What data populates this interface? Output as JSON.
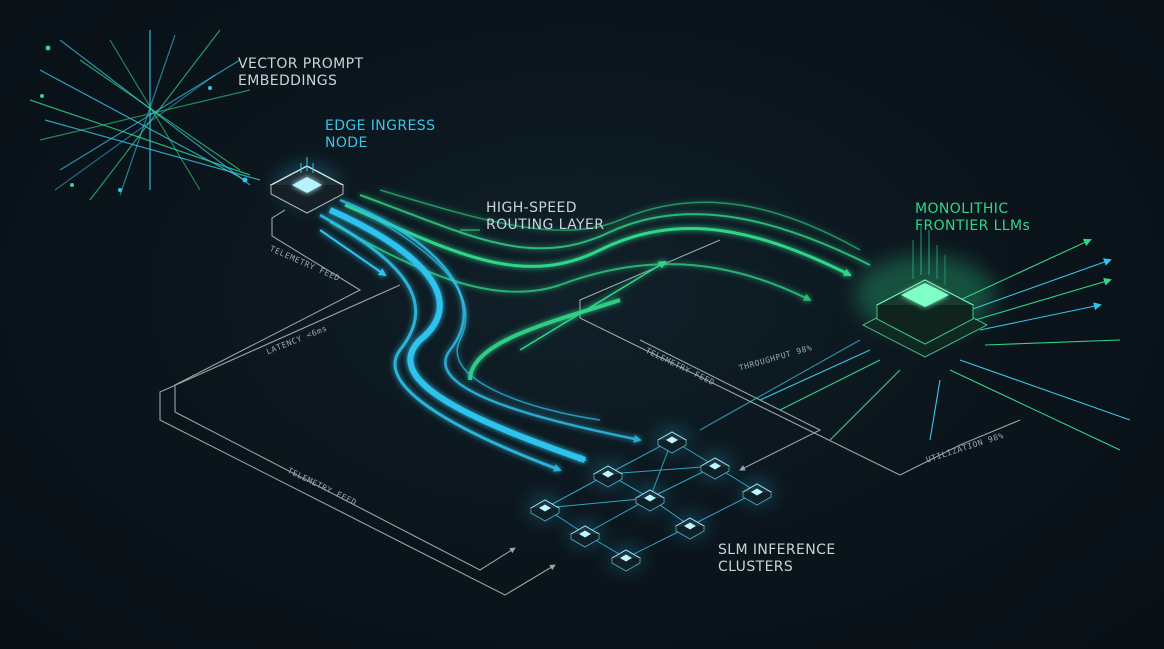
{
  "labels": {
    "vector_prompt": [
      "VECTOR PROMPT",
      "EMBEDDINGS"
    ],
    "edge_ingress": [
      "EDGE INGRESS",
      "NODE"
    ],
    "routing_layer": [
      "HIGH-SPEED",
      "ROUTING LAYER"
    ],
    "frontier": [
      "MONOLITHIC",
      "FRONTIER LLMs"
    ],
    "slm_clusters": [
      "SLM INFERENCE",
      "CLUSTERS"
    ]
  },
  "annotations": {
    "telemetry_1": "TELEMETRY FEED",
    "latency": "LATENCY <6ms",
    "telemetry_2": "TELEMETRY FEED",
    "telemetry_3": "TELEMETRY FEED",
    "throughput": "THROUGHPUT 98%",
    "utilization": "UTILIZATION 98%"
  },
  "colors": {
    "background": "#0b131a",
    "cyan": "#2fc3ec",
    "green": "#2fd68a",
    "line": "#c8d2d6"
  }
}
